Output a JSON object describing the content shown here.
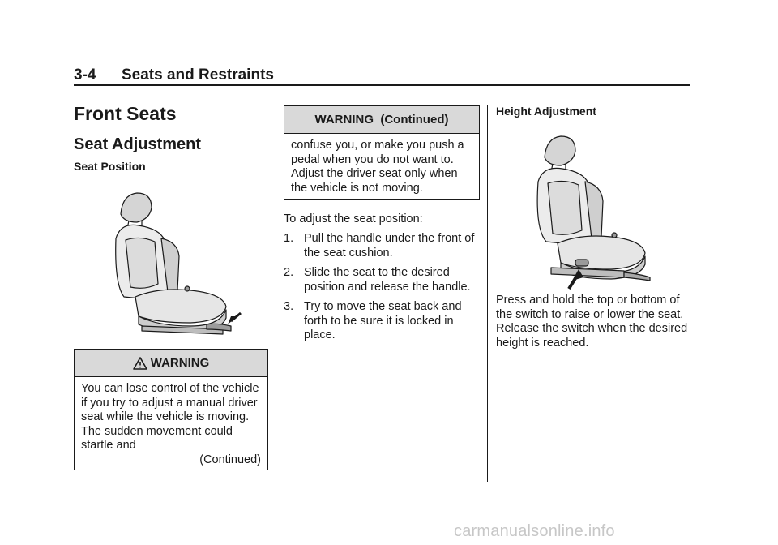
{
  "header": {
    "page_number": "3-4",
    "section_title": "Seats and Restraints"
  },
  "left": {
    "title": "Front Seats",
    "subtitle": "Seat Adjustment",
    "subhead": "Seat Position",
    "warning": {
      "label": "WARNING",
      "text": "You can lose control of the vehicle if you try to adjust a manual driver seat while the vehicle is moving. The sudden movement could startle and",
      "continued": "(Continued)"
    }
  },
  "middle": {
    "warning": {
      "label": "WARNING  (Continued)",
      "text": "confuse you, or make you push a pedal when you do not want to. Adjust the driver seat only when the vehicle is not moving."
    },
    "intro": "To adjust the seat position:",
    "steps": [
      {
        "num": "1.",
        "text": "Pull the handle under the front of the seat cushion."
      },
      {
        "num": "2.",
        "text": "Slide the seat to the desired position and release the handle."
      },
      {
        "num": "3.",
        "text": "Try to move the seat back and forth to be sure it is locked in place."
      }
    ]
  },
  "right": {
    "subhead": "Height Adjustment",
    "text": "Press and hold the top or bottom of the switch to raise or lower the seat. Release the switch when the desired height is reached."
  },
  "footer": {
    "watermark": "carmanualsonline.info"
  }
}
